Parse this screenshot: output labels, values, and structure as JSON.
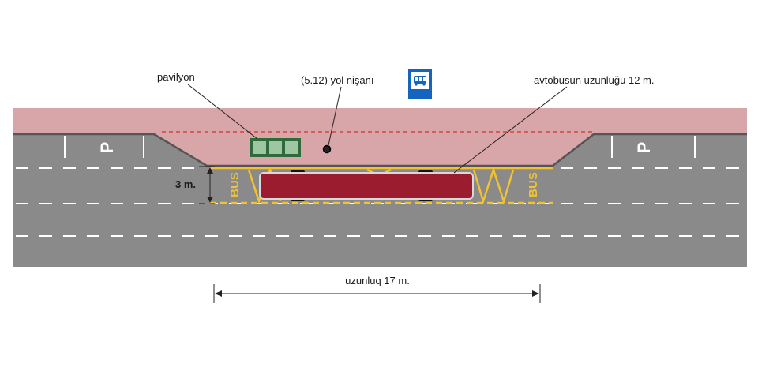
{
  "labels": {
    "pavilion": "pavilyon",
    "road_sign": "(5.12) yol nişanı",
    "bus_length": "avtobusun uzunluğu 12 m.",
    "stop_width": "3 m.",
    "stop_length": "uzunluq 17 m.",
    "parking_left": "P",
    "parking_right": "P",
    "bus_marking_left": "BUS",
    "bus_marking_right": "BUS"
  },
  "colors": {
    "sidewalk": "#d8a5a8",
    "road": "#8a8a8a",
    "lane_marking": "#ffffff",
    "bus_zone_marking": "#f2c230",
    "bus_body": "#9b1c2e",
    "shelter": "#2f6b3a",
    "sign_blue": "#1565c0",
    "dashed_boundary": "#d03030"
  },
  "icons": {
    "road_sign": "bus-stop-sign-icon",
    "shelter": "shelter-icon"
  }
}
